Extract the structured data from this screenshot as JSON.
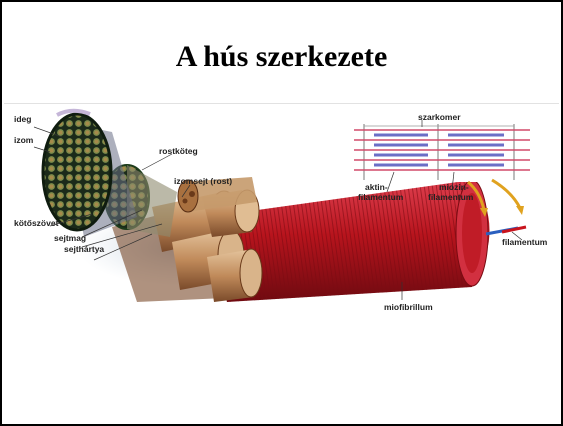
{
  "title": "A hús szerkezete",
  "labels": {
    "ideg": "ideg",
    "izom": "izom",
    "rostkoteg": "rostköteg",
    "izomsejt": "izomsejt (rost)",
    "kotoszovet": "kötőszövet",
    "sejtmag": "sejtmag",
    "sejthartya": "sejthártya",
    "szarkomer": "szarkomer",
    "aktin_1": "aktin-",
    "aktin_2": "filamentum",
    "miozin_1": "miozin-",
    "miozin_2": "filamentum",
    "filamentum": "filamentum",
    "miofibrillum": "miofibrillum"
  },
  "colors": {
    "muscle_red": "#b8141d",
    "fiber_tan": "#c89a6a",
    "connective_green": "#3c6b3a",
    "actin_pink": "#d24a6a",
    "myosin_blue": "#6b6fc7",
    "arrow_gold": "#e0a21f"
  }
}
